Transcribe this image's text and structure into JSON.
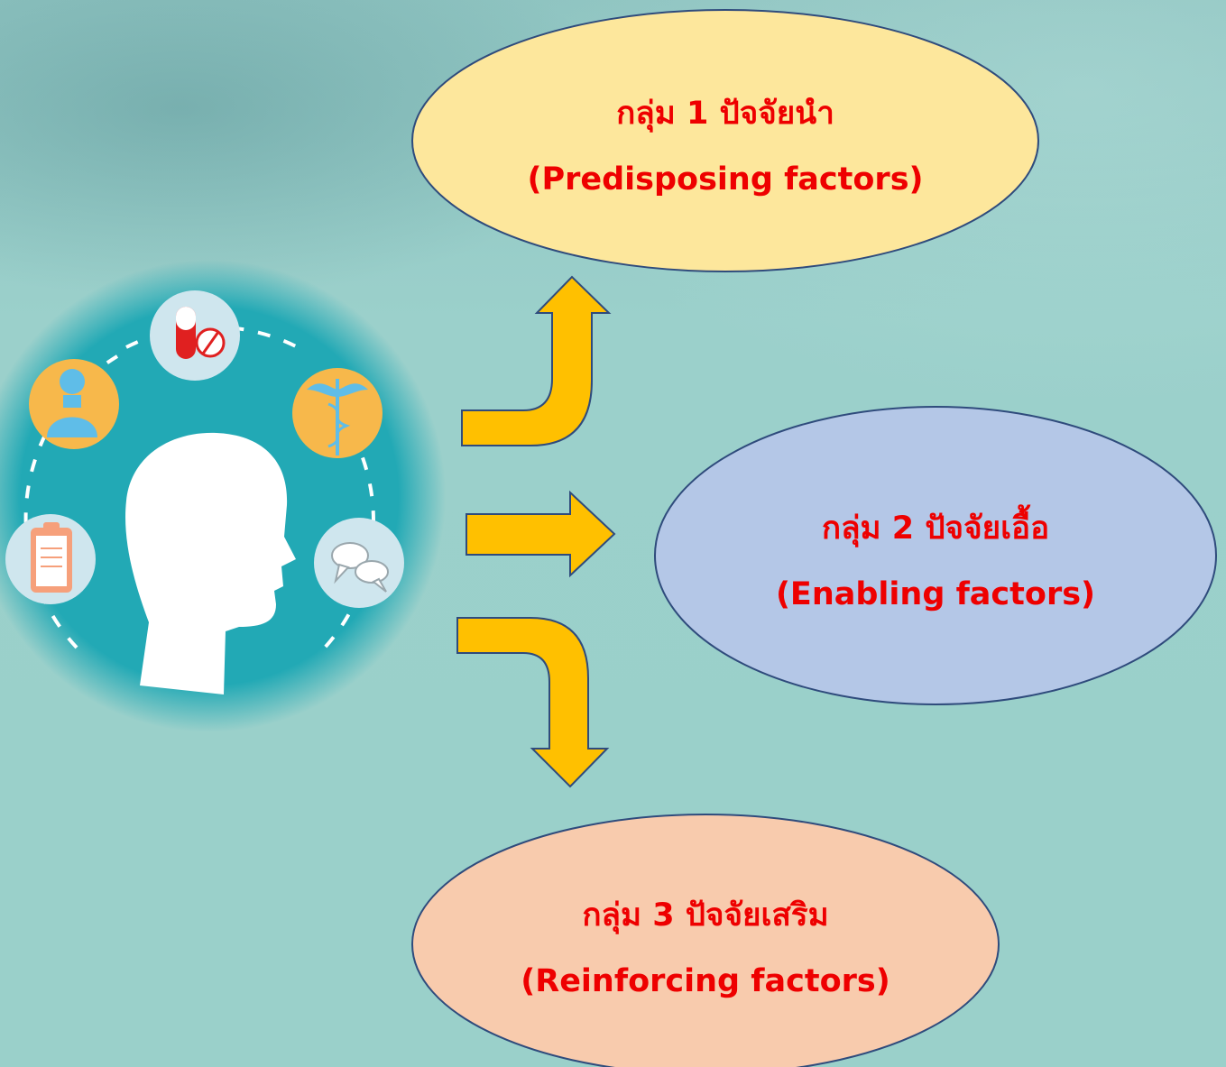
{
  "groups": [
    {
      "title": "กลุ่ม 1 ปัจจัยนำ",
      "subtitle": "(Predisposing factors)",
      "fill": "#fde79c"
    },
    {
      "title": "กลุ่ม 2 ปัจจัยเอื้อ",
      "subtitle": "(Enabling factors)",
      "fill": "#b4c7e7"
    },
    {
      "title": "กลุ่ม 3 ปัจจัยเสริม",
      "subtitle": "(Reinforcing factors)",
      "fill": "#f8cbad"
    }
  ],
  "colors": {
    "arrow_fill": "#ffc000",
    "outline": "#2f4b7c",
    "label_text": "#ee0000",
    "circle_teal": "#22a9b5"
  },
  "icons": [
    "doctor-icon",
    "pill-icon",
    "caduceus-icon",
    "clipboard-icon",
    "speech-bubbles-icon",
    "head-silhouette-icon"
  ]
}
